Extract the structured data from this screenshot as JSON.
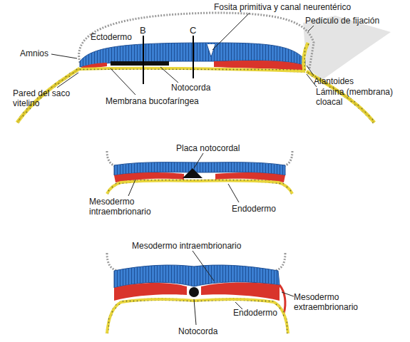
{
  "diagram": {
    "labels": [
      "Fosita primitiva y canal neurentérico",
      "Pedículo de fijación",
      "Amnios",
      "Ectodermo",
      "B",
      "C",
      "Alantoides",
      "Pared del saco vitelino",
      "Notocorda",
      "Membrana bucofaríngea",
      "Lámina (membrana) cloacal",
      "Placa notocordal",
      "Mesodermo intraembrionario",
      "Endodermo",
      "Mesodermo intraembrionario",
      "Mesodermo extraembrionario",
      "Notocorda",
      "Endodermo"
    ]
  }
}
